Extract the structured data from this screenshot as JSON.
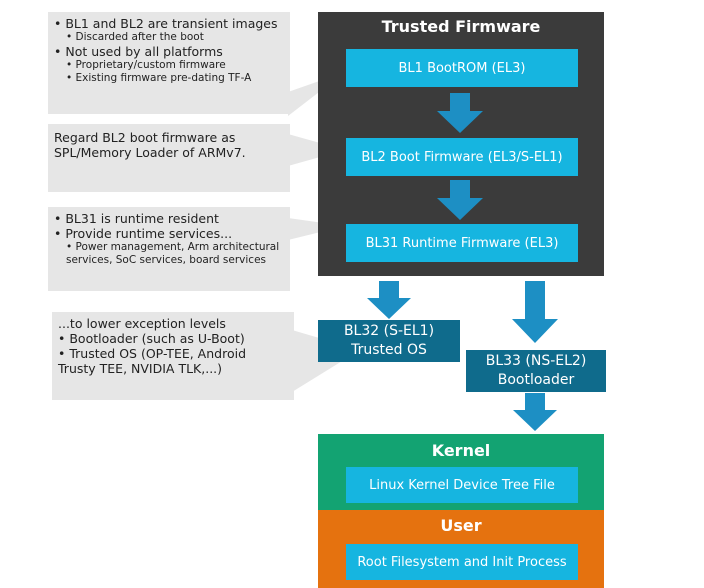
{
  "callouts": {
    "c1": {
      "lines": [
        {
          "text": "• BL1 and BL2 are transient images",
          "level": 1
        },
        {
          "text": "• Discarded after the boot",
          "level": 2
        },
        {
          "text": "• Not used by all platforms",
          "level": 1
        },
        {
          "text": "• Proprietary/custom firmware",
          "level": 2
        },
        {
          "text": "• Existing firmware pre-dating TF-A",
          "level": 2
        }
      ]
    },
    "c2": {
      "lines": [
        {
          "text": "Regard BL2 boot firmware as",
          "level": 0
        },
        {
          "text": "SPL/Memory Loader of ARMv7.",
          "level": 0
        }
      ]
    },
    "c3": {
      "lines": [
        {
          "text": "• BL31 is runtime resident",
          "level": 1
        },
        {
          "text": "• Provide runtime services...",
          "level": 1
        },
        {
          "text": "• Power management, Arm architectural",
          "level": 2
        },
        {
          "text": "services, SoC services, board services",
          "level": 2
        }
      ]
    },
    "c4": {
      "lines": [
        {
          "text": "...to lower exception levels",
          "level": 0
        },
        {
          "text": "• Bootloader (such as U-Boot)",
          "level": 0
        },
        {
          "text": "• Trusted OS (OP-TEE, Android",
          "level": 0
        },
        {
          "text": "Trusty TEE, NVIDIA TLK,...)",
          "level": 0
        }
      ]
    }
  },
  "trusted_firmware": {
    "title": "Trusted Firmware",
    "bl1": "BL1 BootROM (EL3)",
    "bl2": "BL2 Boot Firmware (EL3/S-EL1)",
    "bl31": "BL31 Runtime Firmware (EL3)"
  },
  "bl32": {
    "line1": "BL32 (S-EL1)",
    "line2": "Trusted OS"
  },
  "bl33": {
    "line1": "BL33 (NS-EL2)",
    "line2": "Bootloader"
  },
  "kernel": {
    "title": "Kernel",
    "inner": "Linux Kernel Device Tree File"
  },
  "user": {
    "title": "User",
    "inner": "Root  Filesystem and Init Process"
  },
  "colors": {
    "dark": "#3b3b3b",
    "cyan": "#16b5e0",
    "teal": "#0f6b8c",
    "kernel": "#13a372",
    "user": "#e5720f",
    "callout": "#e6e6e6",
    "arrow": "#1d8fc4"
  }
}
